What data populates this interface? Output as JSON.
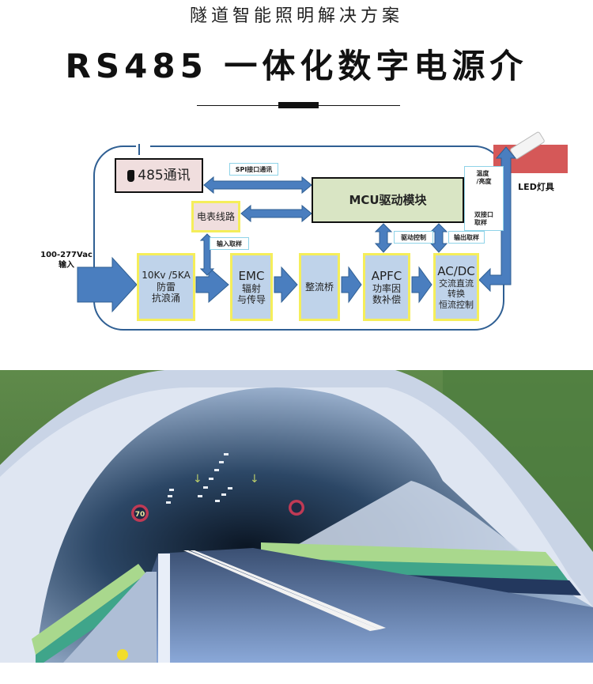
{
  "header": {
    "subtitle": "隧道智能照明解决方案",
    "title": "RS485 一体化数字电源介"
  },
  "diagram": {
    "input": {
      "line1": "100-277Vac",
      "line2": "输入"
    },
    "comm_box": {
      "label": "485通讯"
    },
    "meter_box": {
      "label": "电表线路"
    },
    "mcu_box": {
      "label": "MCU驱动模块"
    },
    "tags": {
      "spi": "SPI接口通讯",
      "input_sample": "输入取样",
      "drive_control": "驱动控制",
      "output_sample": "输出取样",
      "sensor_top": [
        "温度",
        "/亮度"
      ],
      "sensor_bottom": [
        "双接口",
        "取样"
      ]
    },
    "stages": [
      {
        "id": "surge",
        "lines": [
          "10Kv /5KA",
          "防雷",
          "抗浪涌"
        ]
      },
      {
        "id": "emc",
        "lines": [
          "EMC",
          "辐射",
          "与传导"
        ]
      },
      {
        "id": "bridge",
        "lines": [
          "整流桥"
        ]
      },
      {
        "id": "apfc",
        "lines": [
          "APFC",
          "功率因",
          "数补偿"
        ]
      },
      {
        "id": "acdc",
        "lines": [
          "AC/DC",
          "交流直流",
          "转换",
          "恒流控制"
        ]
      }
    ],
    "output": {
      "label": "LED灯具"
    },
    "colors": {
      "arrow": "#4a7ebf",
      "frame": "#2f5f93",
      "stage_fill": "#bfd3ea",
      "stage_border": "#f5ee5a",
      "mcu_fill": "#d9e5c4",
      "comm_fill": "#f0dede",
      "led_block": "#d55858",
      "tag_border": "#8fd3e8"
    }
  },
  "photo": {
    "speed_sign": "70",
    "subject": "tunnel entrance"
  }
}
